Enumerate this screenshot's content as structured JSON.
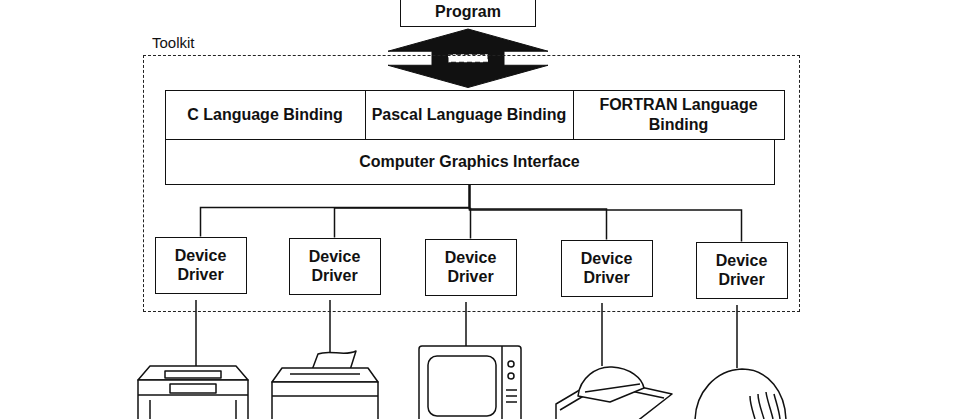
{
  "diagram": {
    "nodes": [
      {
        "text": [
          "Program"
        ]
      },
      {
        "text": [
          "Toolkit"
        ]
      },
      {
        "text": [
          "C Language Binding"
        ],
        "in": 1
      },
      {
        "text": [
          "Pascal Language Binding"
        ],
        "in": 1
      },
      {
        "text": [
          "FORTRAN Language Binding"
        ],
        "in": 1
      },
      {
        "text": [
          "Computer Graphics Interface"
        ],
        "in": 1
      },
      {
        "text": [
          "Device Driver"
        ],
        "in": 1
      },
      {
        "text": [
          "Device Driver"
        ],
        "in": 1
      },
      {
        "text": [
          "Device Driver"
        ],
        "in": 1
      },
      {
        "text": [
          "Device Driver"
        ],
        "in": 1
      },
      {
        "text": [
          "Device Driver"
        ],
        "in": 1
      }
    ],
    "edges": [
      {
        "from": 0,
        "to": 3,
        "arrow": "both"
      },
      {
        "from": 5,
        "to": 6,
        "arrow": "none"
      },
      {
        "from": 5,
        "to": 7,
        "arrow": "none"
      },
      {
        "from": 5,
        "to": 8,
        "arrow": "none"
      },
      {
        "from": 5,
        "to": 9,
        "arrow": "none"
      },
      {
        "from": 5,
        "to": 10,
        "arrow": "none"
      }
    ]
  }
}
